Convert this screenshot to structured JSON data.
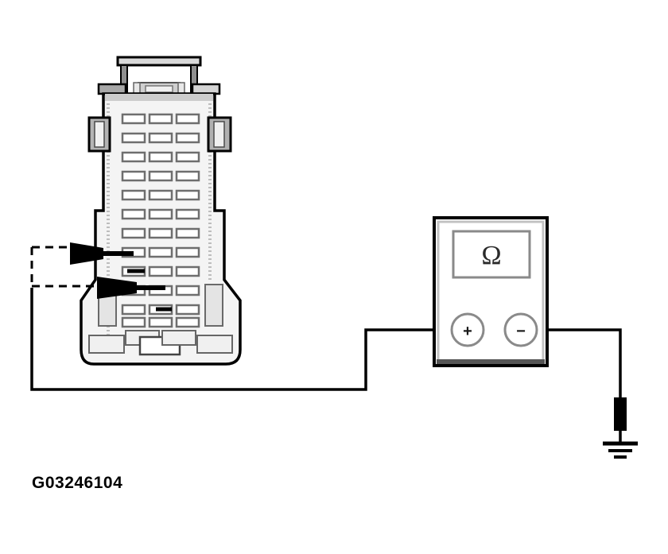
{
  "figure": {
    "caption": "G03246104",
    "background_color": "#ffffff",
    "line_color": "#000000",
    "body_fill": "#f2f2f2",
    "shade_color": "#9a9a9a",
    "terminal_fill": "#ffffff",
    "terminal_stroke": "#6e6e6e"
  },
  "connector": {
    "name": "electrical-connector",
    "terminal_columns": 3,
    "terminal_rows": 12,
    "total_terminals": 36,
    "latch_label": "locking-tab",
    "probe_targets": [
      {
        "label": "probe-point-upper",
        "row": 8,
        "column": 1
      },
      {
        "label": "probe-point-lower",
        "row": 10,
        "column": 2
      }
    ]
  },
  "multimeter": {
    "name": "digital-multimeter",
    "display_value": "Ω",
    "display_mode_label": "ohms",
    "terminals": [
      {
        "id": "positive",
        "symbol": "+"
      },
      {
        "id": "negative",
        "symbol": "−"
      }
    ]
  },
  "ground": {
    "name": "chassis-ground",
    "symbol_bars": 3
  },
  "leads": [
    {
      "id": "lead-positive",
      "from": "probe-point-lower",
      "to": "positive-terminal",
      "style": "solid"
    },
    {
      "id": "lead-negative",
      "from": "negative-terminal",
      "to": "chassis-ground",
      "style": "solid"
    },
    {
      "id": "leader-upper",
      "from": "probe-point-upper",
      "to": "lead-junction",
      "style": "dashed"
    },
    {
      "id": "leader-lower",
      "from": "probe-point-lower",
      "to": "lead-junction",
      "style": "dashed"
    }
  ]
}
